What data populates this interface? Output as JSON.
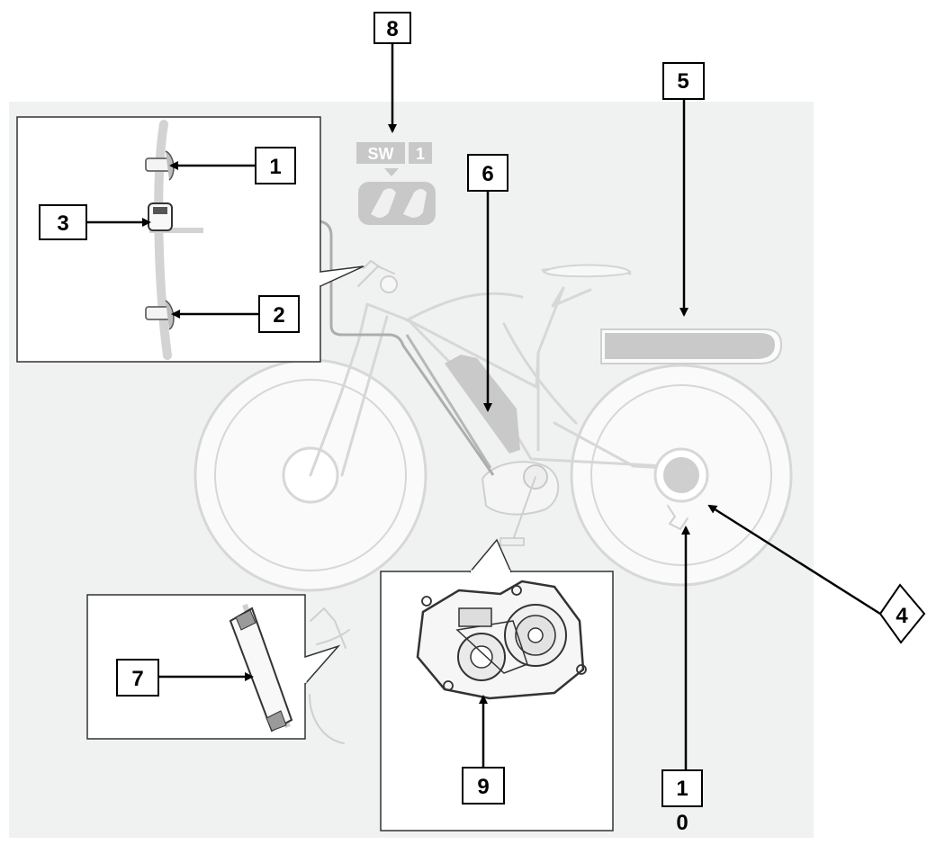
{
  "callouts": {
    "c1": "1",
    "c2": "2",
    "c3": "3",
    "c4": "4",
    "c5": "5",
    "c6": "6",
    "c7": "7",
    "c8": "8",
    "c9": "9",
    "c10_line1": "1",
    "c10_line2": "0"
  },
  "switch_label": {
    "sw": "SW",
    "num": "1"
  },
  "colors": {
    "background_panel": "#f0f2f1",
    "bike_outline": "#d7d7d7",
    "highlight_part": "#c9c9c9",
    "callout_line": "#000000"
  }
}
